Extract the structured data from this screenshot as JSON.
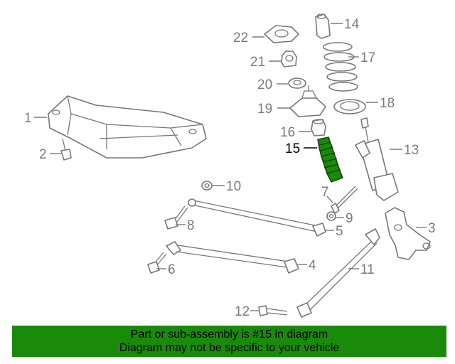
{
  "highlight_part": "15",
  "colors": {
    "highlight": "#1a8a0a",
    "banner": "#1a8a0a",
    "line": "#777777"
  },
  "callouts": {
    "c1": "1",
    "c2": "2",
    "c3": "3",
    "c4": "4",
    "c5": "5",
    "c6": "6",
    "c7": "7",
    "c8": "8",
    "c9": "9",
    "c10": "10",
    "c11": "11",
    "c12": "12",
    "c13": "13",
    "c14": "14",
    "c15": "15",
    "c16": "16",
    "c17": "17",
    "c18": "18",
    "c19": "19",
    "c20": "20",
    "c21": "21",
    "c22": "22"
  },
  "banner": {
    "line1": "Part or sub-assembly is #15 in diagram",
    "line2": "Diagram may not be specific to your vehicle"
  }
}
